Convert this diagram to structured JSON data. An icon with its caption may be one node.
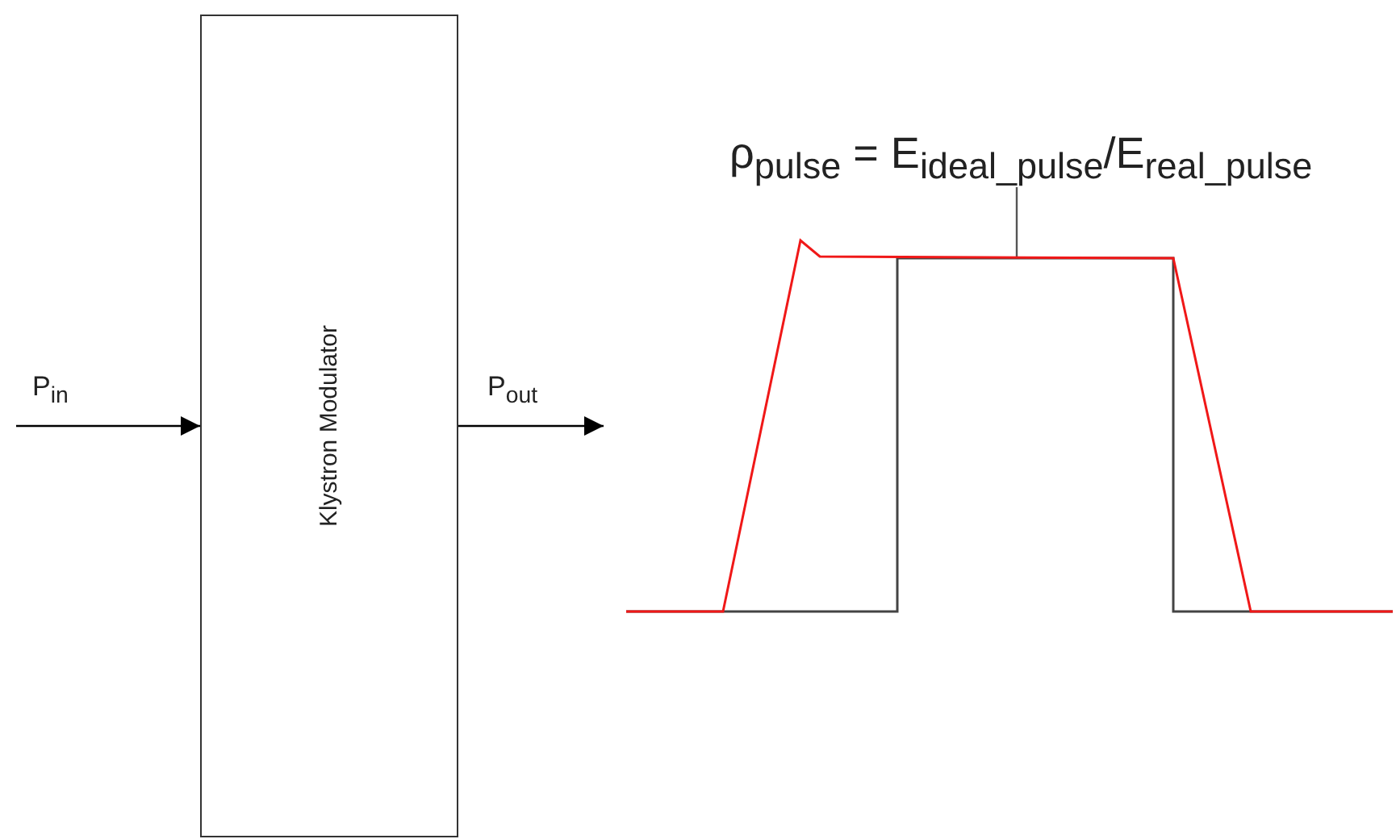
{
  "diagram": {
    "nodes": [
      {
        "text": [
          "Klystron Modulator"
        ]
      },
      {
        "text": [
          "ρ$_{pulse}$ = E$_{ideal_pulse}$/E$_{real_pulse}$"
        ]
      },
      {
        "text": [],
        "shape": "picture"
      }
    ],
    "edges": [
      {
        "from": null,
        "to": 0,
        "arrow": "to",
        "label": "P$_{in}$"
      },
      {
        "from": 0,
        "to": 2,
        "arrow": "to",
        "label": "P$_{out}$"
      },
      {
        "from": 1,
        "to": 2,
        "arrow": "none"
      }
    ]
  }
}
